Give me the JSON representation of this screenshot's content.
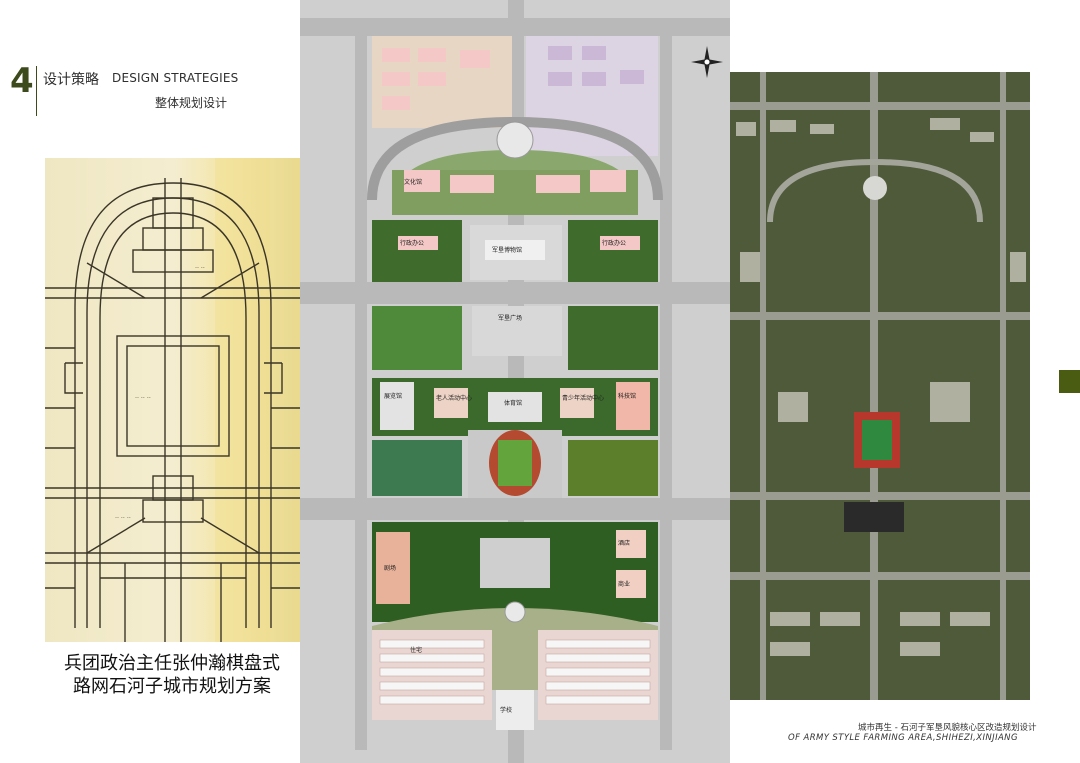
{
  "header": {
    "section_number": "4",
    "title_cn": "设计策略",
    "title_en": "DESIGN STRATEGIES",
    "subtitle": "整体规划设计"
  },
  "historic_plan": {
    "caption_line1": "兵团政治主任张仲瀚棋盘式",
    "caption_line2": "路网石河子城市规划方案"
  },
  "master_plan": {
    "labels": {
      "admin_office_left": "行政办公",
      "admin_office_right": "行政办公",
      "military_hall": "军垦博物馆",
      "people_square": "军垦广场",
      "hall_left": "展览馆",
      "hall_center_left": "老人活动中心",
      "hall_center": "体育馆",
      "hall_center_right": "青少年活动中心",
      "hall_right": "科技馆",
      "theater": "剧场",
      "culture": "文化馆",
      "hotel": "酒店",
      "commerce": "商业",
      "school": "学校",
      "residence": "住宅"
    }
  },
  "footer": {
    "line_cn": "城市再生 -  石河子军垦风貌核心区改造规划设计",
    "line_en": "OF ARMY STYLE FARMING AREA,SHIHEZI,XINJIANG"
  },
  "colors": {
    "accent": "#3c4a1c",
    "marker": "#4a5c12"
  }
}
